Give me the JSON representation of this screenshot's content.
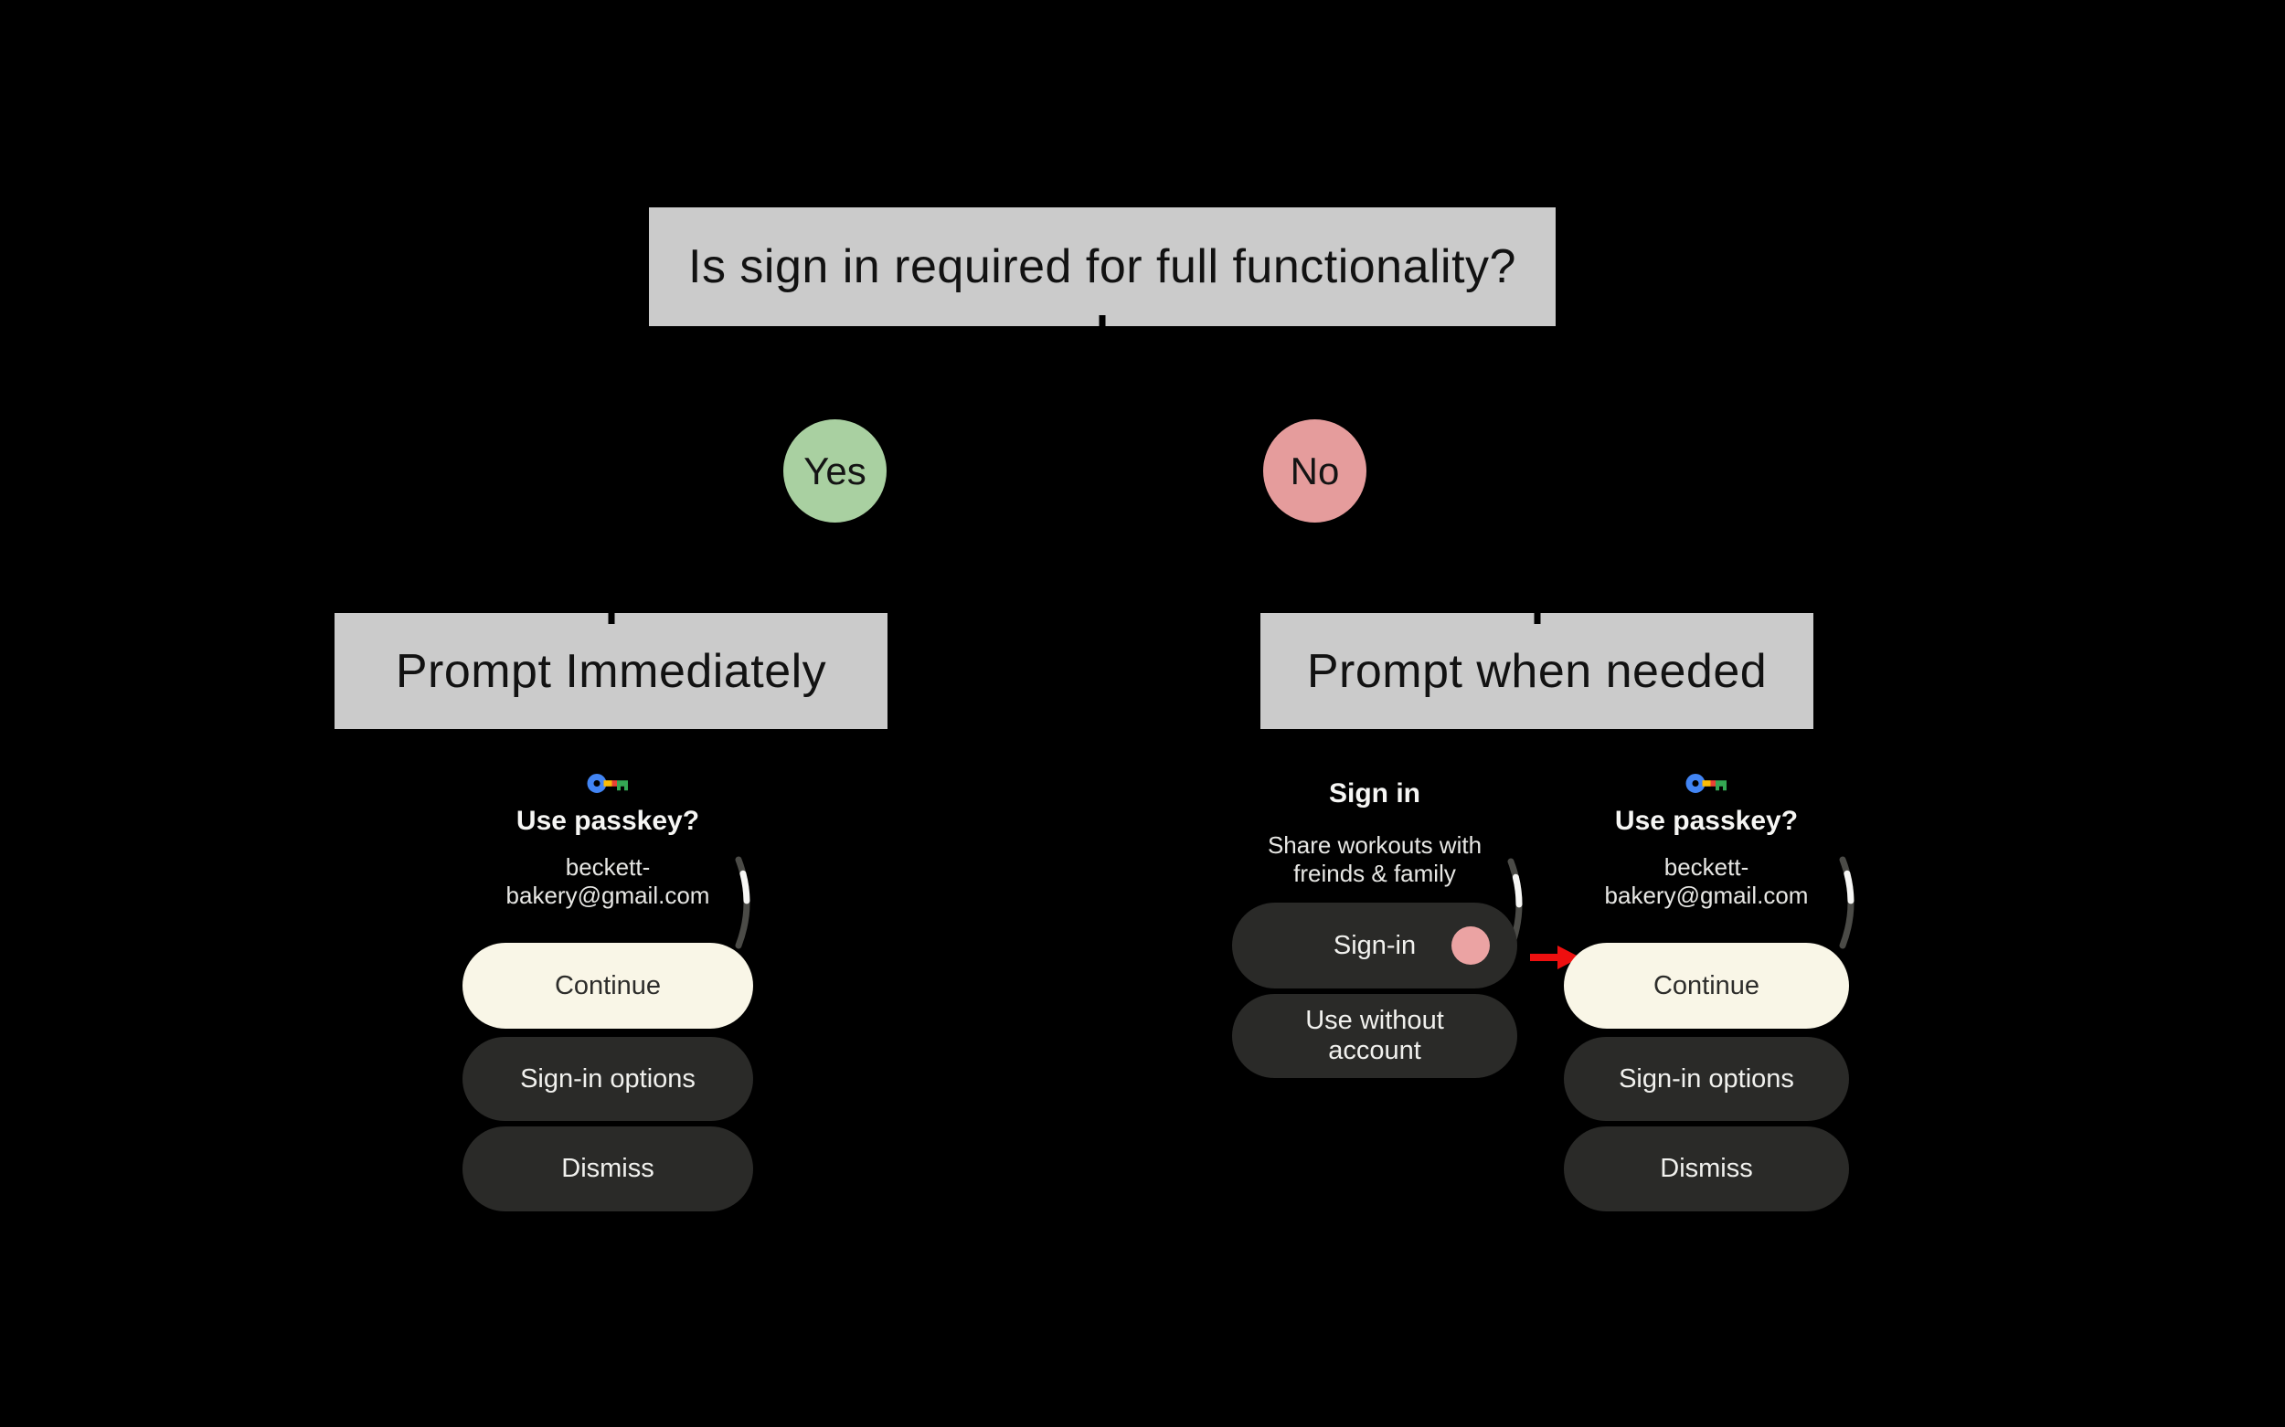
{
  "flow": {
    "question": "Is sign in required for full functionality?",
    "yes_label": "Yes",
    "no_label": "No",
    "yes_outcome": "Prompt Immediately",
    "no_outcome": "Prompt when needed"
  },
  "passkey_screen": {
    "icon": "passkey-key-icon",
    "title": "Use passkey?",
    "email_line1": "beckett-",
    "email_line2": "bakery@gmail.com",
    "continue_label": "Continue",
    "options_label": "Sign-in options",
    "dismiss_label": "Dismiss"
  },
  "signin_screen": {
    "title": "Sign in",
    "subtitle_line1": "Share workouts with",
    "subtitle_line2": "freinds & family",
    "signin_label": "Sign-in",
    "use_without_line1": "Use without",
    "use_without_line2": "account"
  },
  "colors": {
    "background": "#000000",
    "box_gray": "#cbcbcb",
    "yes_green": "#a9d0a1",
    "no_pink": "#e59c9c",
    "pill_dark": "#2a2a28",
    "pill_cream": "#f9f6e7",
    "accent_dot_pink": "#eba3a3",
    "arrow_red": "#ee0f0f",
    "passkey_blue": "#4285f4",
    "passkey_yellow": "#fbbc04",
    "passkey_red": "#ea4335",
    "passkey_green": "#34a853"
  }
}
